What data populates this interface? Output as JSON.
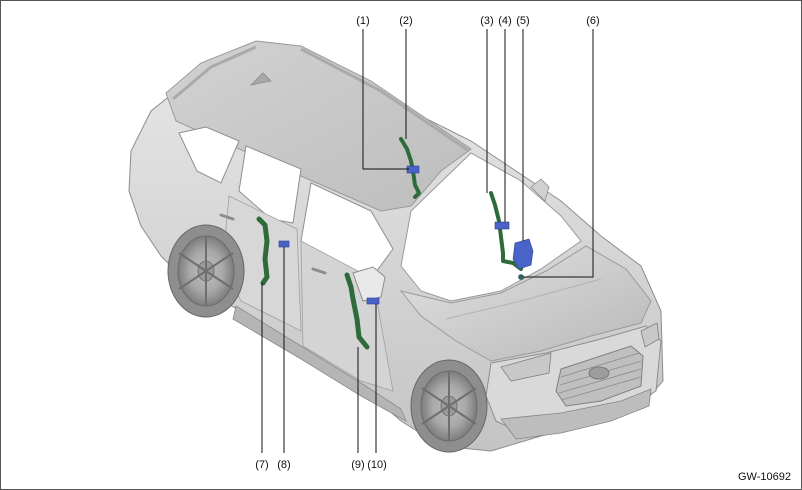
{
  "figure_id": "GW-10692",
  "callouts": {
    "c1": "(1)",
    "c2": "(2)",
    "c3": "(3)",
    "c4": "(4)",
    "c5": "(5)",
    "c6": "(6)",
    "c7": "(7)",
    "c8": "(8)",
    "c9": "(9)",
    "c10": "(10)"
  },
  "colors": {
    "harness": "#2f6b3a",
    "connector": "#4a63c8",
    "body_light": "#e4e4e4",
    "body_mid": "#c9c9c9",
    "body_dark": "#9a9a9a",
    "glass": "#ffffff",
    "leader": "#111111"
  }
}
